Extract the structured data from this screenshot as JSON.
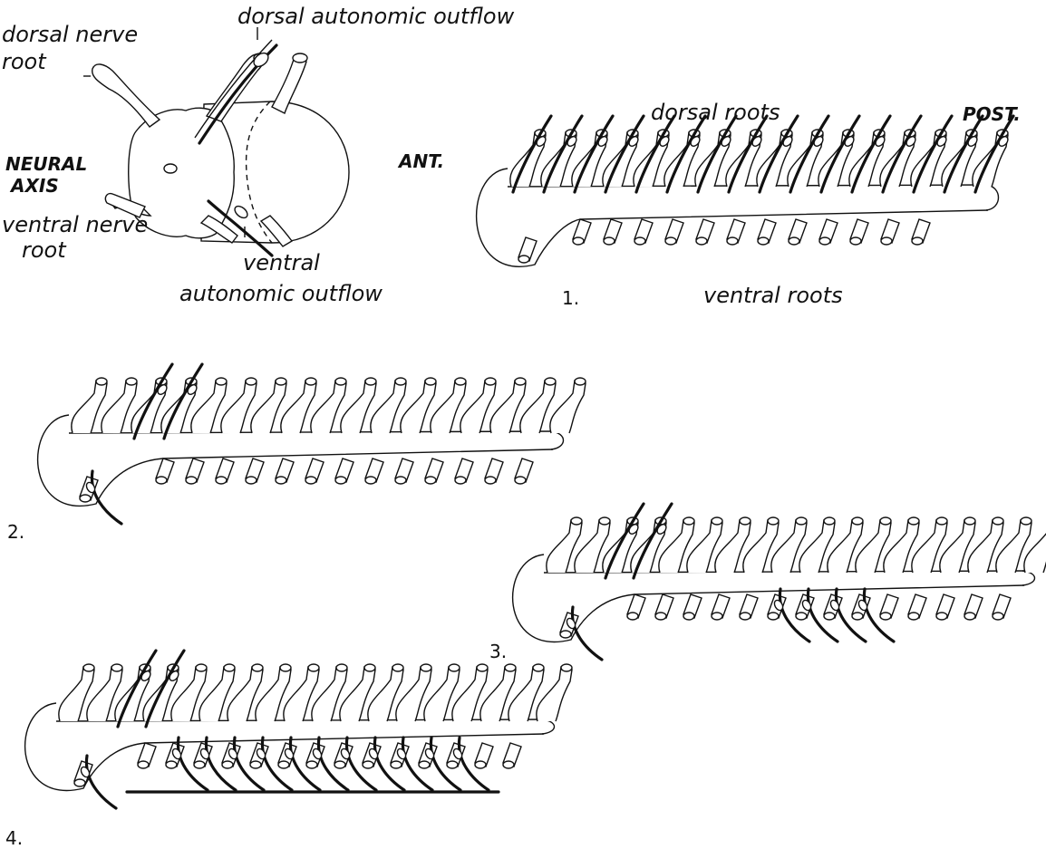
{
  "labels": {
    "dorsal_autonomic_outflow": "dorsal autonomic outflow",
    "dorsal_nerve_root_line1": "dorsal nerve",
    "dorsal_nerve_root_line2": "root",
    "neural_axis_line1": "NEURAL",
    "neural_axis_line2": "AXIS",
    "ventral_nerve_root_line1": "ventral nerve",
    "ventral_nerve_root_line2": "root",
    "ventral_autonomic_outflow_line1": "ventral",
    "ventral_autonomic_outflow_line2": "autonomic outflow",
    "dorsal_roots": "dorsal roots",
    "ventral_roots": "ventral roots",
    "anterior": "ANT.",
    "posterior": "POST."
  },
  "panels": [
    {
      "number": "1.",
      "dorsal_outflow_segments": "all",
      "ventral_outflow_segments": []
    },
    {
      "number": "2.",
      "dorsal_outflow_segments": [
        3,
        4
      ],
      "ventral_outflow_segments": [
        1
      ]
    },
    {
      "number": "3.",
      "dorsal_outflow_segments": [
        3,
        4
      ],
      "ventral_outflow_segments": [
        1,
        7,
        8,
        9,
        10
      ]
    },
    {
      "number": "4.",
      "dorsal_outflow_segments": [
        3,
        4
      ],
      "ventral_outflow_segments": [
        1,
        3,
        4,
        5,
        6,
        7,
        8,
        9,
        10,
        11,
        12,
        13
      ]
    }
  ],
  "colors": {
    "ink": "#111111",
    "paper": "#ffffff"
  }
}
